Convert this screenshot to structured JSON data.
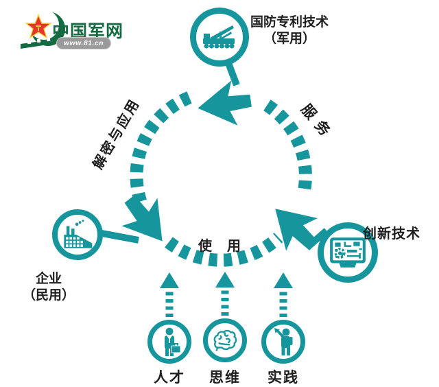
{
  "logo": {
    "site_name": "中国军网",
    "url": "www.81.cn"
  },
  "cycle": {
    "labels": {
      "declassify_apply": "解密与应用",
      "service": "服务",
      "use": "使用"
    },
    "nodes": {
      "defense": {
        "line1": "国防专利技术",
        "line2": "（军用）",
        "icon": "missile-truck"
      },
      "enterprise": {
        "line1": "企业",
        "line2": "（民用）",
        "icon": "factory"
      },
      "innovation": {
        "label": "创新技术",
        "icon": "circuit-board"
      }
    }
  },
  "inputs": [
    {
      "label": "人才",
      "icon": "businessman"
    },
    {
      "label": "思维",
      "icon": "brain"
    },
    {
      "label": "实践",
      "icon": "person-with-flag"
    }
  ],
  "colors": {
    "teal": "#16969C",
    "text": "#1F1F1F",
    "logo_green": "#146B41",
    "badge_gray": "#9A9A9A",
    "star_red": "#E6352B",
    "star_gold": "#F7D23E"
  }
}
